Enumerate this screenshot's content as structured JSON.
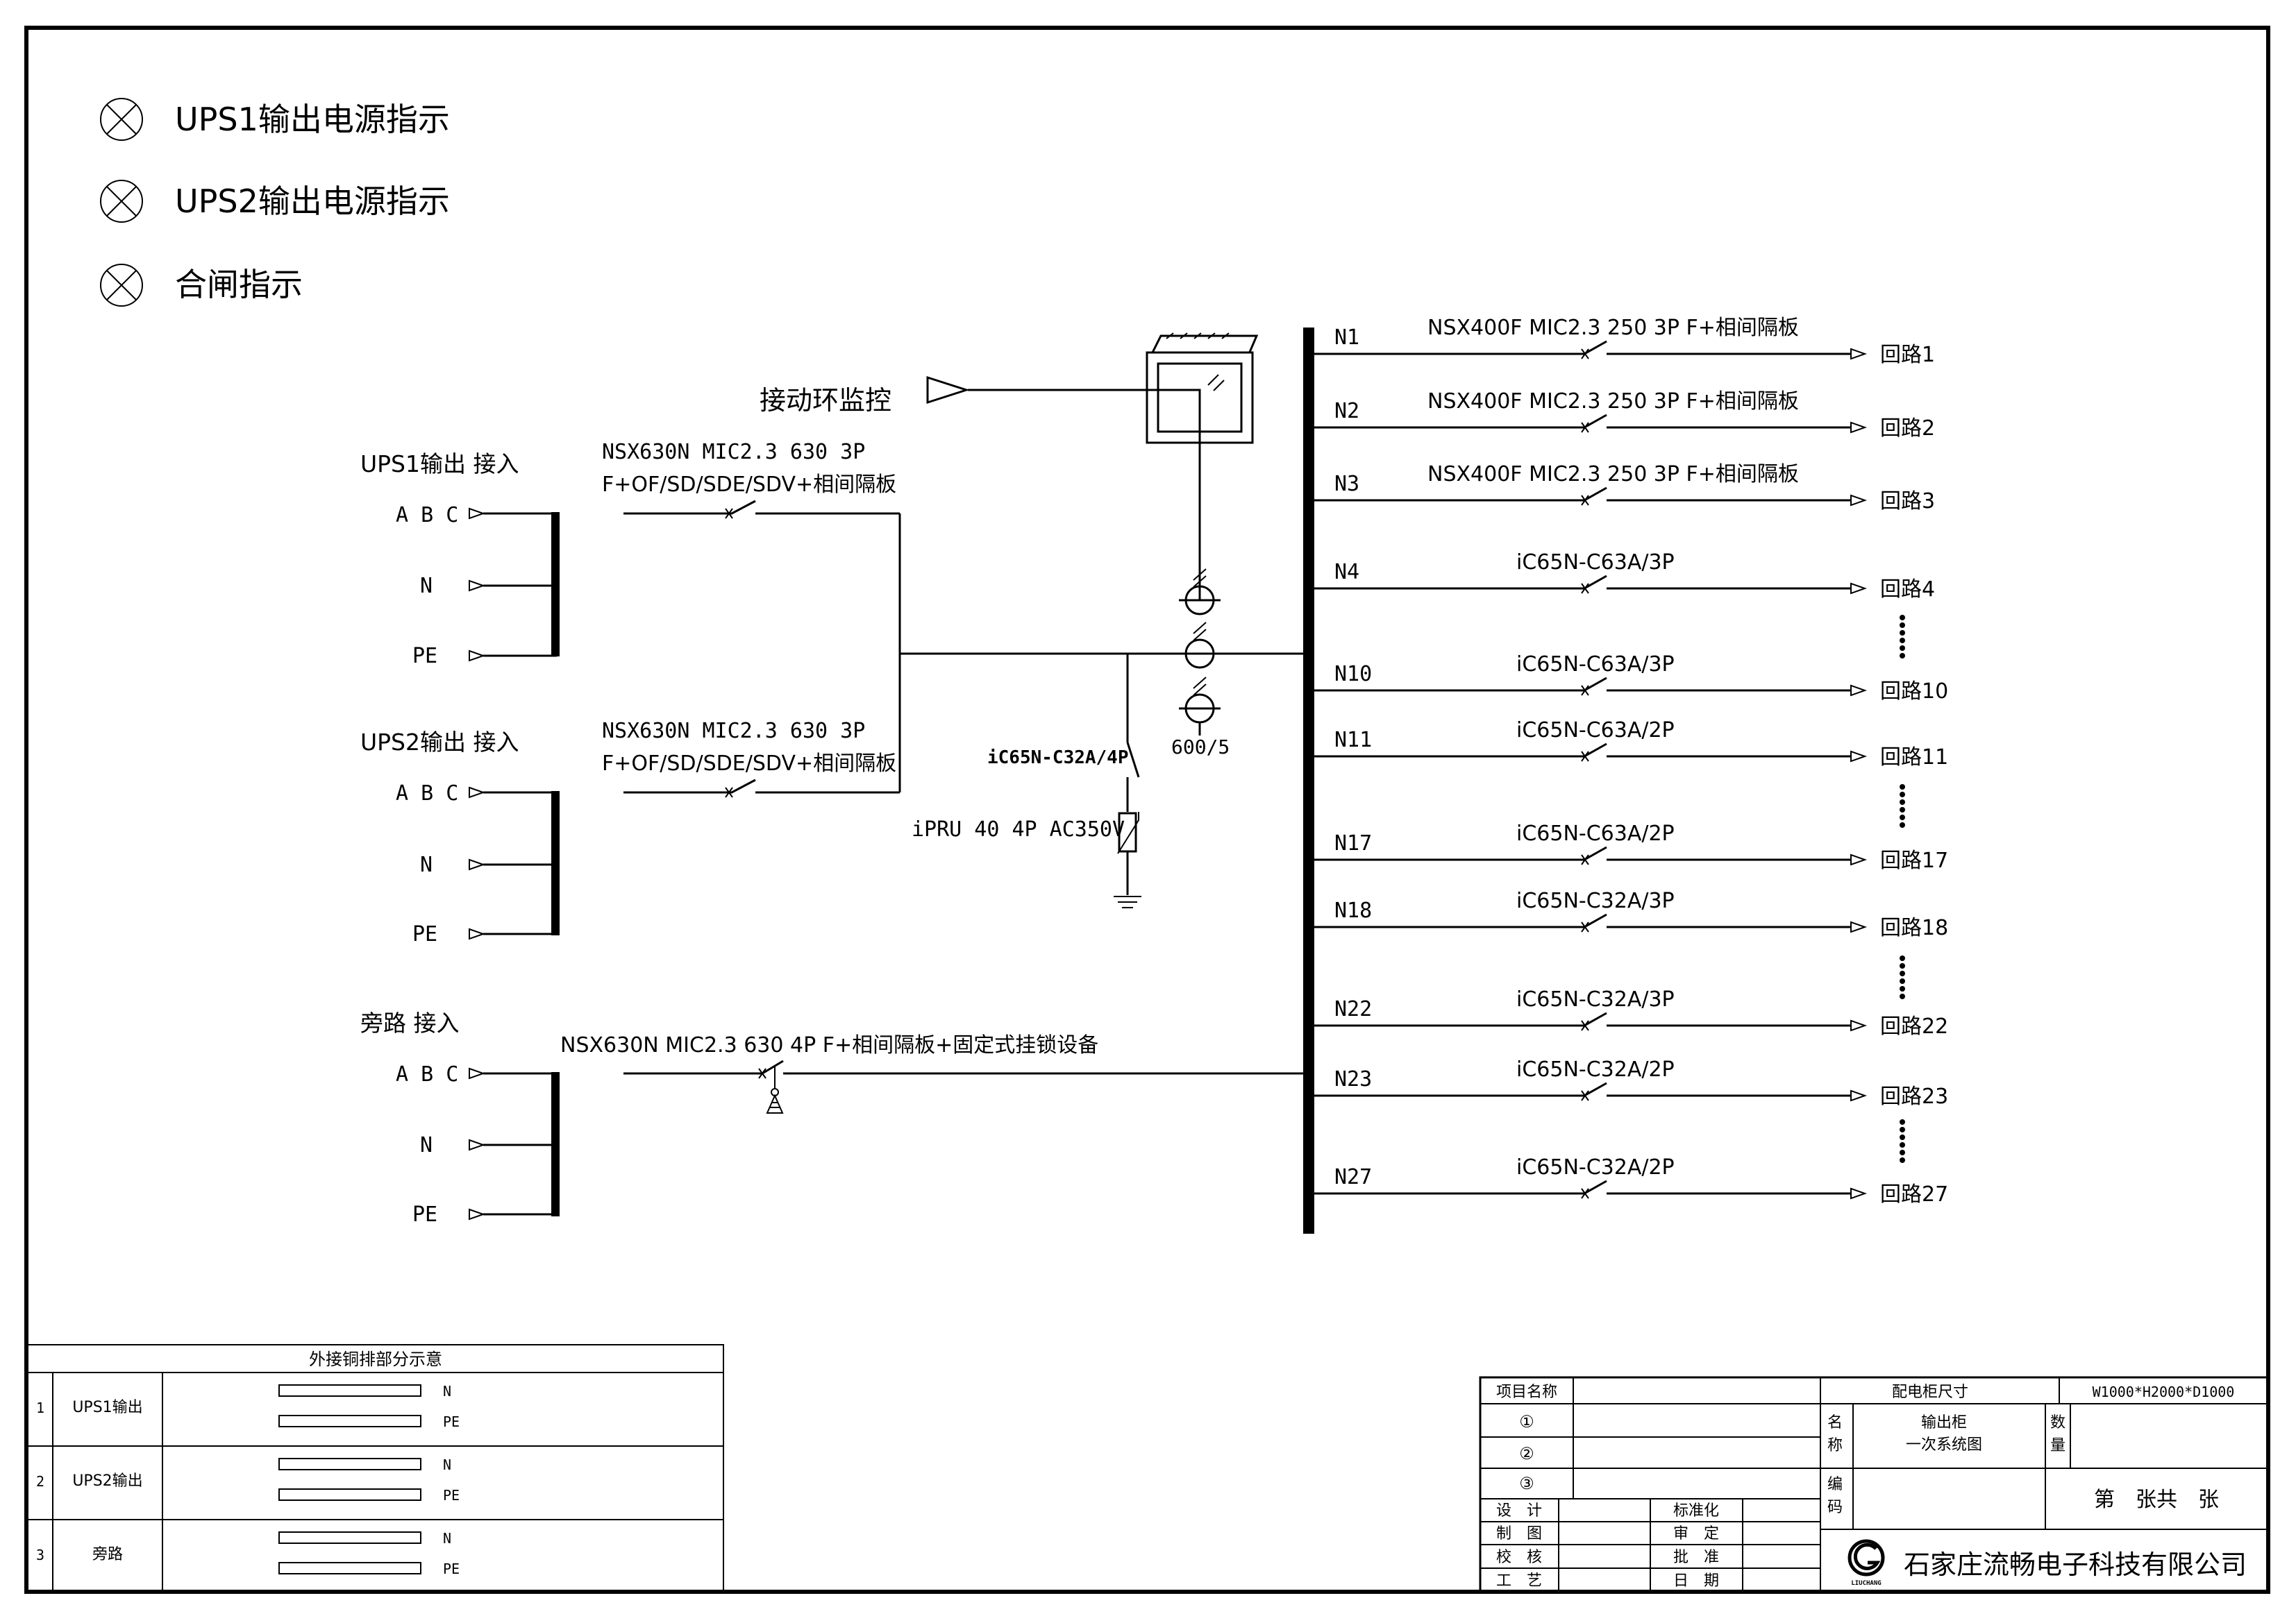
{
  "indicators": [
    {
      "label": "UPS1输出电源指示"
    },
    {
      "label": "UPS2输出电源指示"
    },
    {
      "label": "合闸指示"
    }
  ],
  "monitor_label": "接动环监控",
  "ct_label": "600/5",
  "spd_breaker_label": "iC65N-C32A/4P",
  "spd_label": "iPRU 40 4P AC350V",
  "inputs": [
    {
      "title": "UPS1输出 接入",
      "breaker_line1": "NSX630N MIC2.3 630 3P",
      "breaker_line2": "F+OF/SD/SDE/SDV+相间隔板",
      "abc": "A B C",
      "n": "N",
      "pe": "PE"
    },
    {
      "title": "UPS2输出 接入",
      "breaker_line1": "NSX630N MIC2.3 630 3P",
      "breaker_line2": "F+OF/SD/SDE/SDV+相间隔板",
      "abc": "A B C",
      "n": "N",
      "pe": "PE"
    },
    {
      "title": "旁路 接入",
      "breaker_line1": "NSX630N MIC2.3 630 4P F+相间隔板+固定式挂锁设备",
      "breaker_line2": "",
      "abc": "A B C",
      "n": "N",
      "pe": "PE"
    }
  ],
  "feeders": [
    {
      "id": "N1",
      "breaker": "NSX400F MIC2.3 250 3P F+相间隔板",
      "circuit": "回路1"
    },
    {
      "id": "N2",
      "breaker": "NSX400F MIC2.3 250 3P F+相间隔板",
      "circuit": "回路2"
    },
    {
      "id": "N3",
      "breaker": "NSX400F MIC2.3 250 3P F+相间隔板",
      "circuit": "回路3"
    },
    {
      "id": "N4",
      "breaker": "iC65N-C63A/3P",
      "circuit": "回路4"
    },
    {
      "id": "N10",
      "breaker": "iC65N-C63A/3P",
      "circuit": "回路10"
    },
    {
      "id": "N11",
      "breaker": "iC65N-C63A/2P",
      "circuit": "回路11"
    },
    {
      "id": "N17",
      "breaker": "iC65N-C63A/2P",
      "circuit": "回路17"
    },
    {
      "id": "N18",
      "breaker": "iC65N-C32A/3P",
      "circuit": "回路18"
    },
    {
      "id": "N22",
      "breaker": "iC65N-C32A/3P",
      "circuit": "回路22"
    },
    {
      "id": "N23",
      "breaker": "iC65N-C32A/2P",
      "circuit": "回路23"
    },
    {
      "id": "N27",
      "breaker": "iC65N-C32A/2P",
      "circuit": "回路27"
    }
  ],
  "busbar_table": {
    "title": "外接铜排部分示意",
    "rows": [
      {
        "no": "1",
        "name": "UPS1输出",
        "bar1": "N",
        "bar2": "PE"
      },
      {
        "no": "2",
        "name": "UPS2输出",
        "bar1": "N",
        "bar2": "PE"
      },
      {
        "no": "3",
        "name": "旁路",
        "bar1": "N",
        "bar2": "PE"
      }
    ]
  },
  "title_block": {
    "project_name_label": "项目名称",
    "cabinet_size_label": "配电柜尺寸",
    "cabinet_size_value": "W1000*H2000*D1000",
    "rev1": "①",
    "rev2": "②",
    "rev3": "③",
    "name_label": "名称",
    "drawing_name_line1": "输出柜",
    "drawing_name_line2": "一次系统图",
    "qty_label": "数量",
    "code_label": "编码",
    "sheet_text": "第　张共　张",
    "design": "设　计",
    "draw": "制　图",
    "check": "校　核",
    "craft": "工　艺",
    "standard": "标准化",
    "review": "审　定",
    "approve": "批　准",
    "date": "日　期",
    "company": "石家庄流畅电子科技有限公司",
    "logo_text": "LIUCHANG"
  }
}
